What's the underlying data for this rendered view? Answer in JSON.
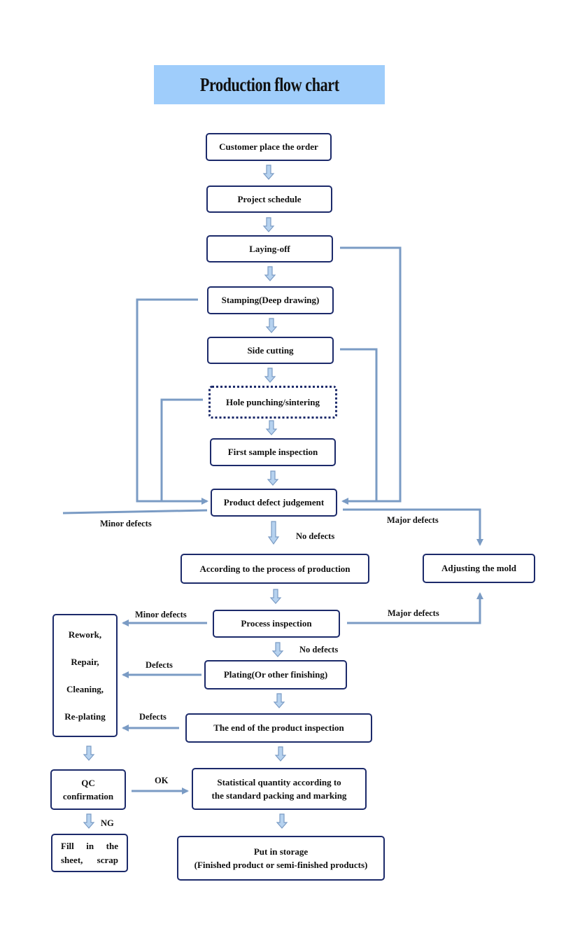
{
  "title": "Production flow chart",
  "steps": {
    "order": "Customer place the order",
    "schedule": "Project schedule",
    "laying_off": "Laying-off",
    "stamping": "Stamping(Deep drawing)",
    "side_cutting": "Side cutting",
    "hole_punching": "Hole punching/sintering",
    "first_sample": "First sample inspection",
    "defect_judgement": "Product defect judgement",
    "process_production": "According to the process of production",
    "adjust_mold": "Adjusting the mold",
    "process_inspection": "Process inspection",
    "plating": "Plating(Or other finishing)",
    "end_inspection": "The end of the product inspection",
    "statistical_line1": "Statistical quantity according to",
    "statistical_line2": "the standard packing and marking",
    "storage_line1": "Put in storage",
    "storage_line2": "(Finished product or semi-finished products)",
    "rework": [
      "Rework,",
      "Repair,",
      "Cleaning,",
      "Re-plating"
    ],
    "qc_line1": "QC",
    "qc_line2": "confirmation",
    "scrap_line1": "Fill in the",
    "scrap_line2": "sheet, scrap"
  },
  "labels": {
    "minor_defects": "Minor defects",
    "major_defects": "Major defects",
    "no_defects": "No defects",
    "minor_defects_2": "Minor defects",
    "major_defects_2": "Major defects",
    "no_defects_2": "No defects",
    "defects_plating": "Defects",
    "defects_end": "Defects",
    "ok": "OK",
    "ng": "NG"
  },
  "colors": {
    "banner": "#9fcdfb",
    "box_border": "#1c2a6a",
    "connector": "#7a9bc4",
    "arrow_fill": "#b6d2ef"
  }
}
